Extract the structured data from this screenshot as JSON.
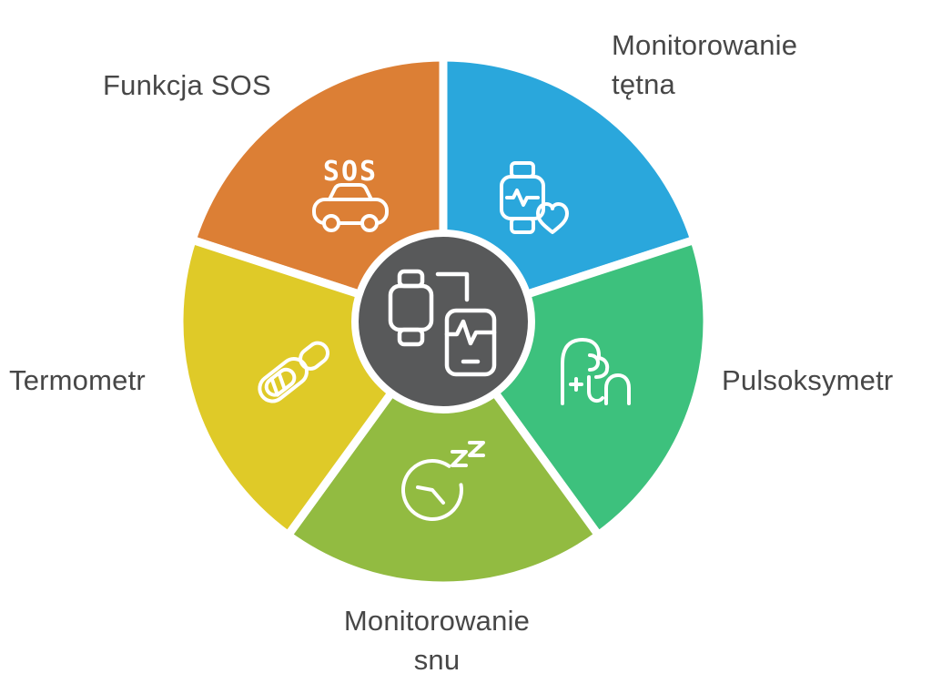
{
  "diagram": {
    "type": "five-segment-pinwheel",
    "background": "#ffffff",
    "label_text_color": "#474747",
    "icon_stroke_color": "#ffffff",
    "center": {
      "icon": "watch-phone-sync-icon",
      "color": "#58595A"
    },
    "segments": [
      {
        "id": "sos",
        "label": "Funkcja SOS",
        "label_lines": [
          "Funkcja SOS"
        ],
        "badge_text": "SOS",
        "color": "#DC7F35",
        "icon": "sos-car-icon",
        "position": "top-left"
      },
      {
        "id": "heart-rate",
        "label": "Monitorowanie tętna",
        "label_lines": [
          "Monitorowanie",
          "tętna"
        ],
        "color": "#2AA7DC",
        "icon": "smartwatch-heart-icon",
        "position": "top-right"
      },
      {
        "id": "pulse-oximeter",
        "label": "Pulsoksymetr",
        "label_lines": [
          "Pulsoksymetr"
        ],
        "color": "#3DC17D",
        "icon": "pulse-oximeter-icon",
        "position": "right"
      },
      {
        "id": "sleep",
        "label": "Monitorowanie snu",
        "label_lines": [
          "Monitorowanie",
          "snu"
        ],
        "color": "#92BB41",
        "icon": "sleep-clock-icon",
        "position": "bottom"
      },
      {
        "id": "thermometer",
        "label": "Termometr",
        "label_lines": [
          "Termometr"
        ],
        "color": "#DFCA28",
        "icon": "thermometer-icon",
        "position": "left"
      }
    ]
  }
}
